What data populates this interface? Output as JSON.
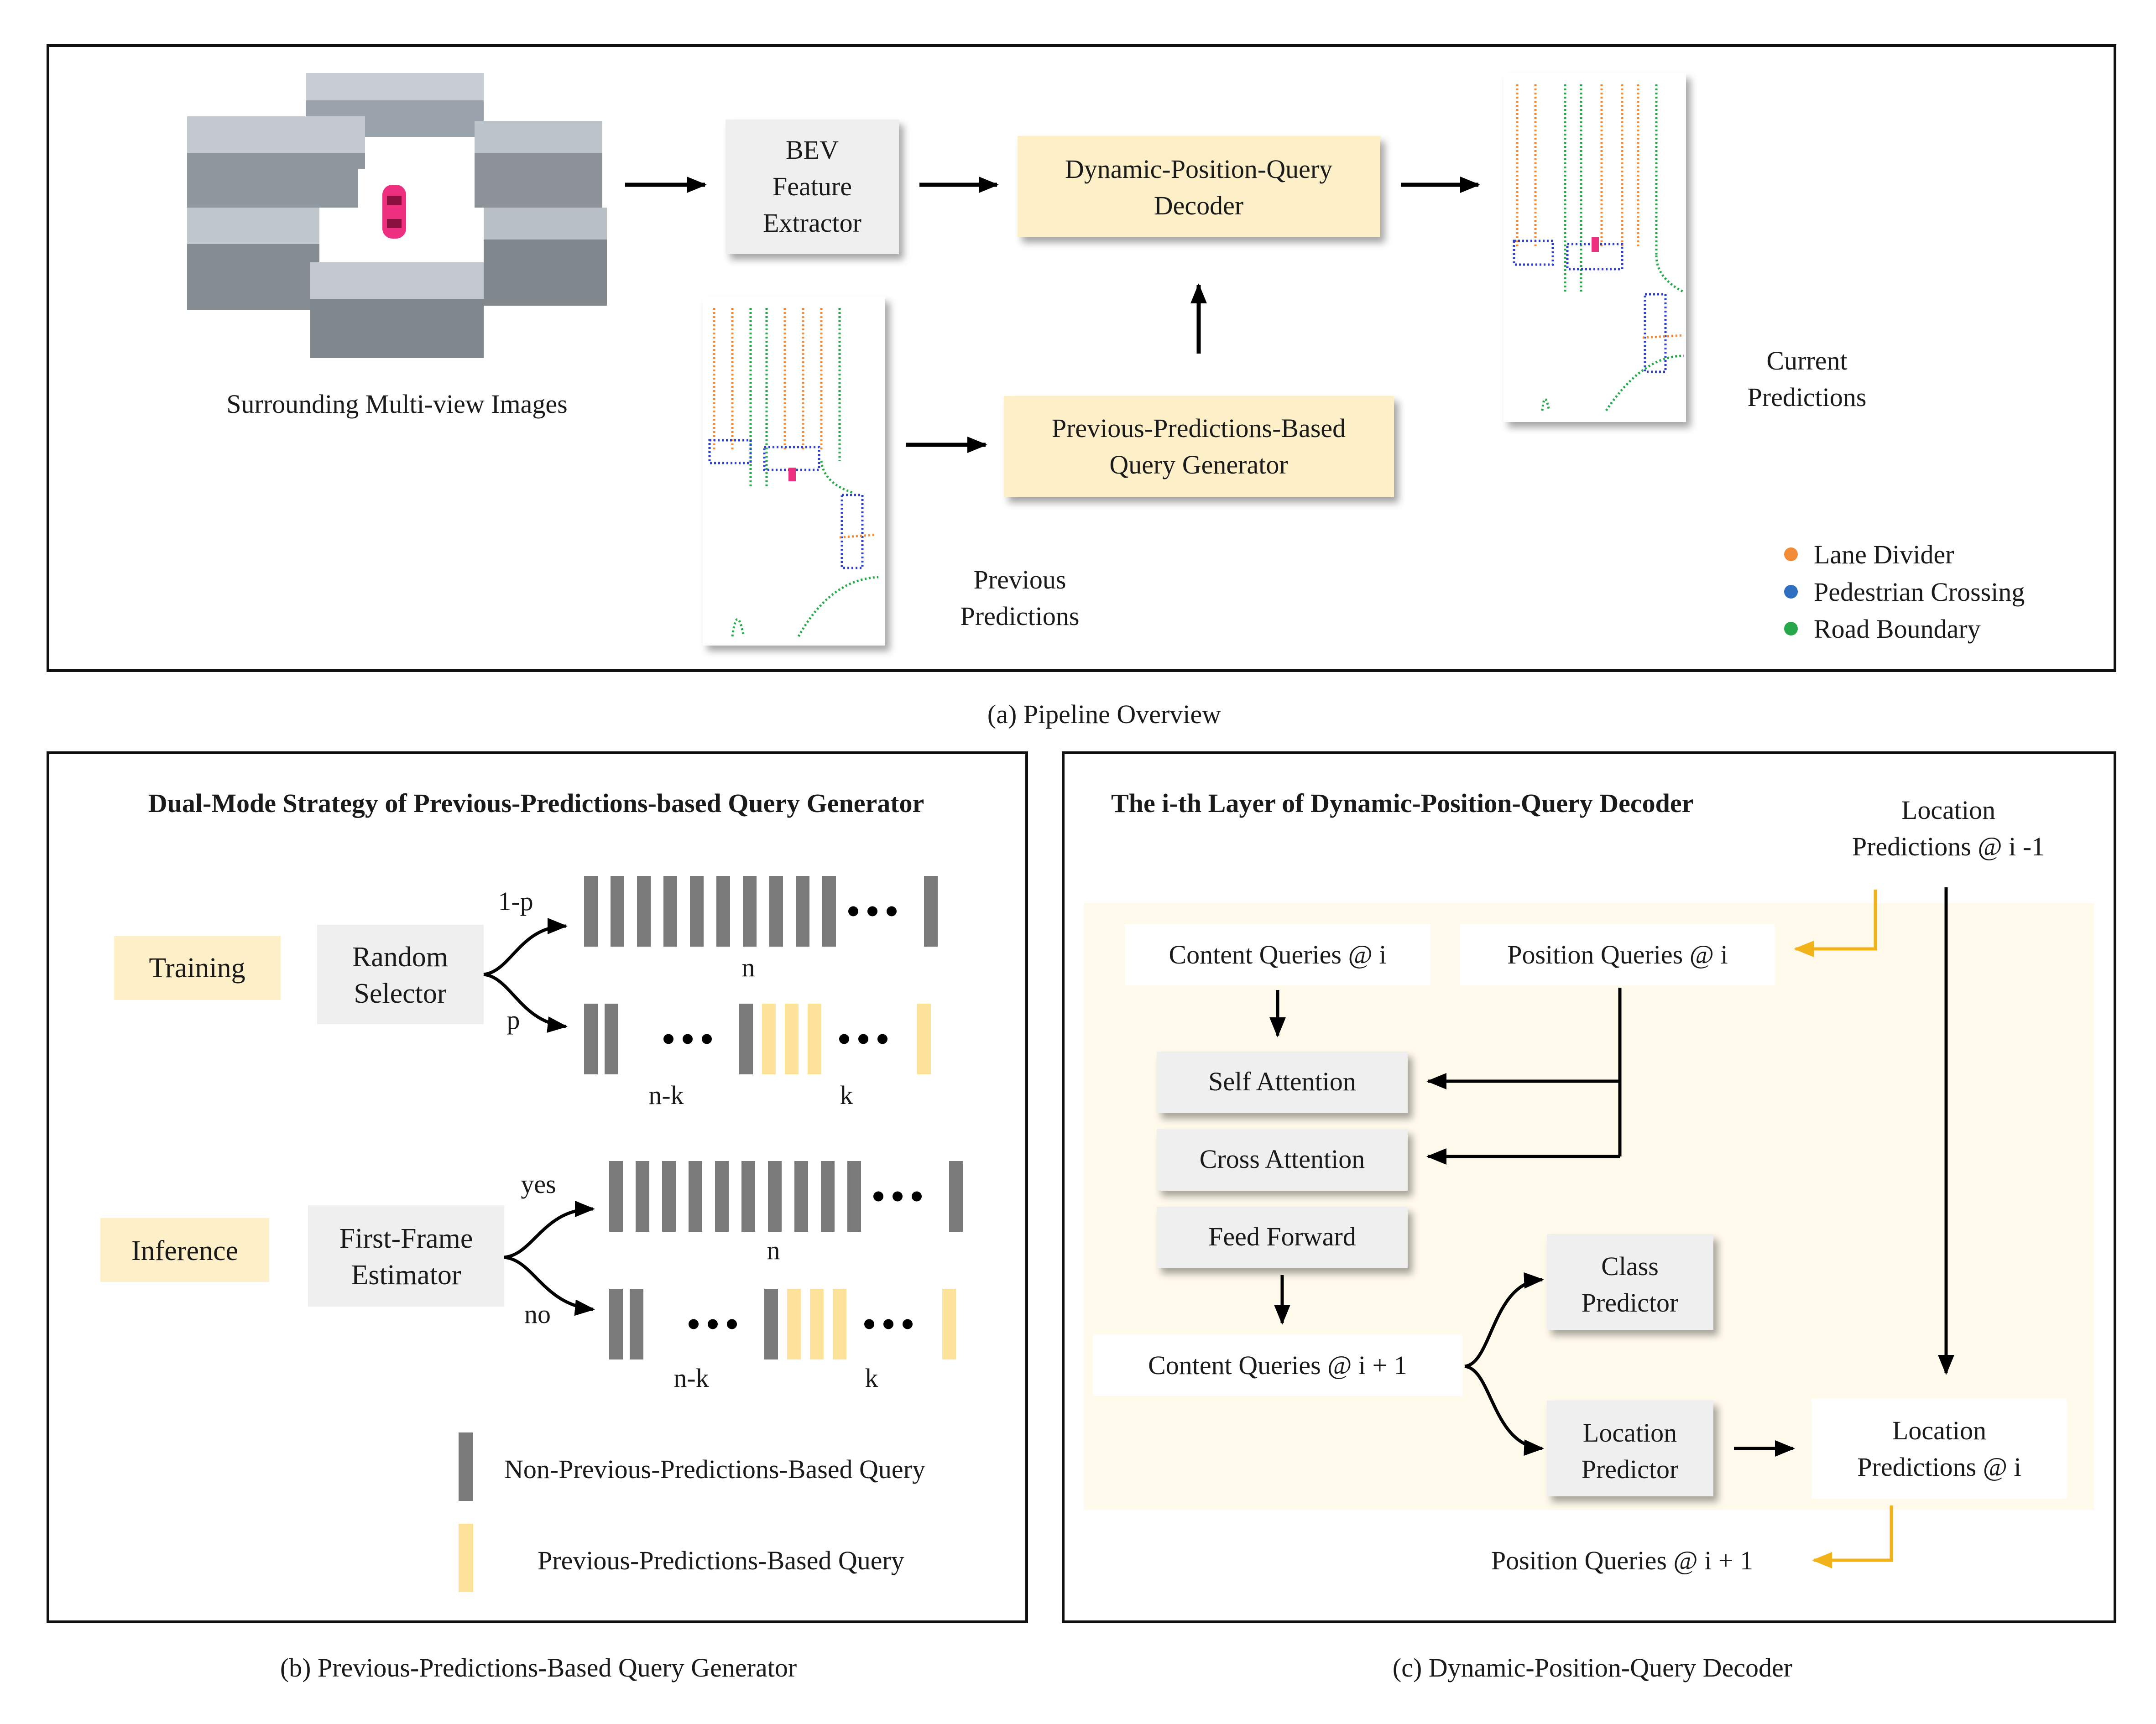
{
  "panel_a": {
    "inputs": {
      "caption": "Surrounding Multi-view Images"
    },
    "bev": {
      "line1": "BEV",
      "line2": "Feature",
      "line3": "Extractor"
    },
    "decoder": {
      "line1": "Dynamic-Position-Query",
      "line2": "Decoder"
    },
    "generator": {
      "line1": "Previous-Predictions-Based",
      "line2": "Query Generator"
    },
    "current": {
      "line1": "Current",
      "line2": "Predictions"
    },
    "previous": {
      "line1": "Previous",
      "line2": "Predictions"
    },
    "legend": [
      {
        "label": "Lane Divider",
        "color": "#f28c38"
      },
      {
        "label": "Pedestrian Crossing",
        "color": "#2f6fc0"
      },
      {
        "label": "Road Boundary",
        "color": "#27a84a"
      }
    ],
    "caption": "(a) Pipeline Overview"
  },
  "panel_b": {
    "title": "Dual-Mode Strategy of Previous-Predictions-based Query Generator",
    "training": {
      "label": "Training",
      "selector_line1": "Random",
      "selector_line2": "Selector",
      "branch_top": "1-p",
      "branch_bottom": "p",
      "n_label": "n",
      "nk_label": "n-k",
      "k_label": "k"
    },
    "inference": {
      "label": "Inference",
      "estimator_line1": "First-Frame",
      "estimator_line2": "Estimator",
      "branch_top": "yes",
      "branch_bottom": "no",
      "n_label": "n",
      "nk_label": "n-k",
      "k_label": "k"
    },
    "legend": [
      {
        "label": "Non-Previous-Predictions-Based Query",
        "color": "#7a7a7a"
      },
      {
        "label": "Previous-Predictions-Based Query",
        "color": "#fde39a"
      }
    ],
    "caption": "(b) Previous-Predictions-Based Query Generator"
  },
  "panel_c": {
    "title": "The i-th Layer of Dynamic-Position-Query Decoder",
    "location_prev": {
      "line1": "Location",
      "line2": "Predictions @ i -1"
    },
    "content_queries": "Content Queries @ i",
    "position_queries": "Position Queries @ i",
    "self_attention": "Self Attention",
    "cross_attention": "Cross Attention",
    "feed_forward": "Feed Forward",
    "content_queries_next": "Content Queries @ i + 1",
    "class_predictor": {
      "line1": "Class",
      "line2": "Predictor"
    },
    "location_predictor": {
      "line1": "Location",
      "line2": "Predictor"
    },
    "location_out": {
      "line1": "Location",
      "line2": "Predictions @ i"
    },
    "position_queries_next": "Position Queries @ i + 1",
    "caption": "(c) Dynamic-Position-Query Decoder"
  },
  "colors": {
    "accent_box": "#fdefc8",
    "gray_box": "#efefef",
    "gray_bar": "#7a7a7a",
    "yellow_bar": "#fde39a",
    "orange_arrow": "#f2b21a",
    "decoder_bg": "#fffaeb"
  }
}
